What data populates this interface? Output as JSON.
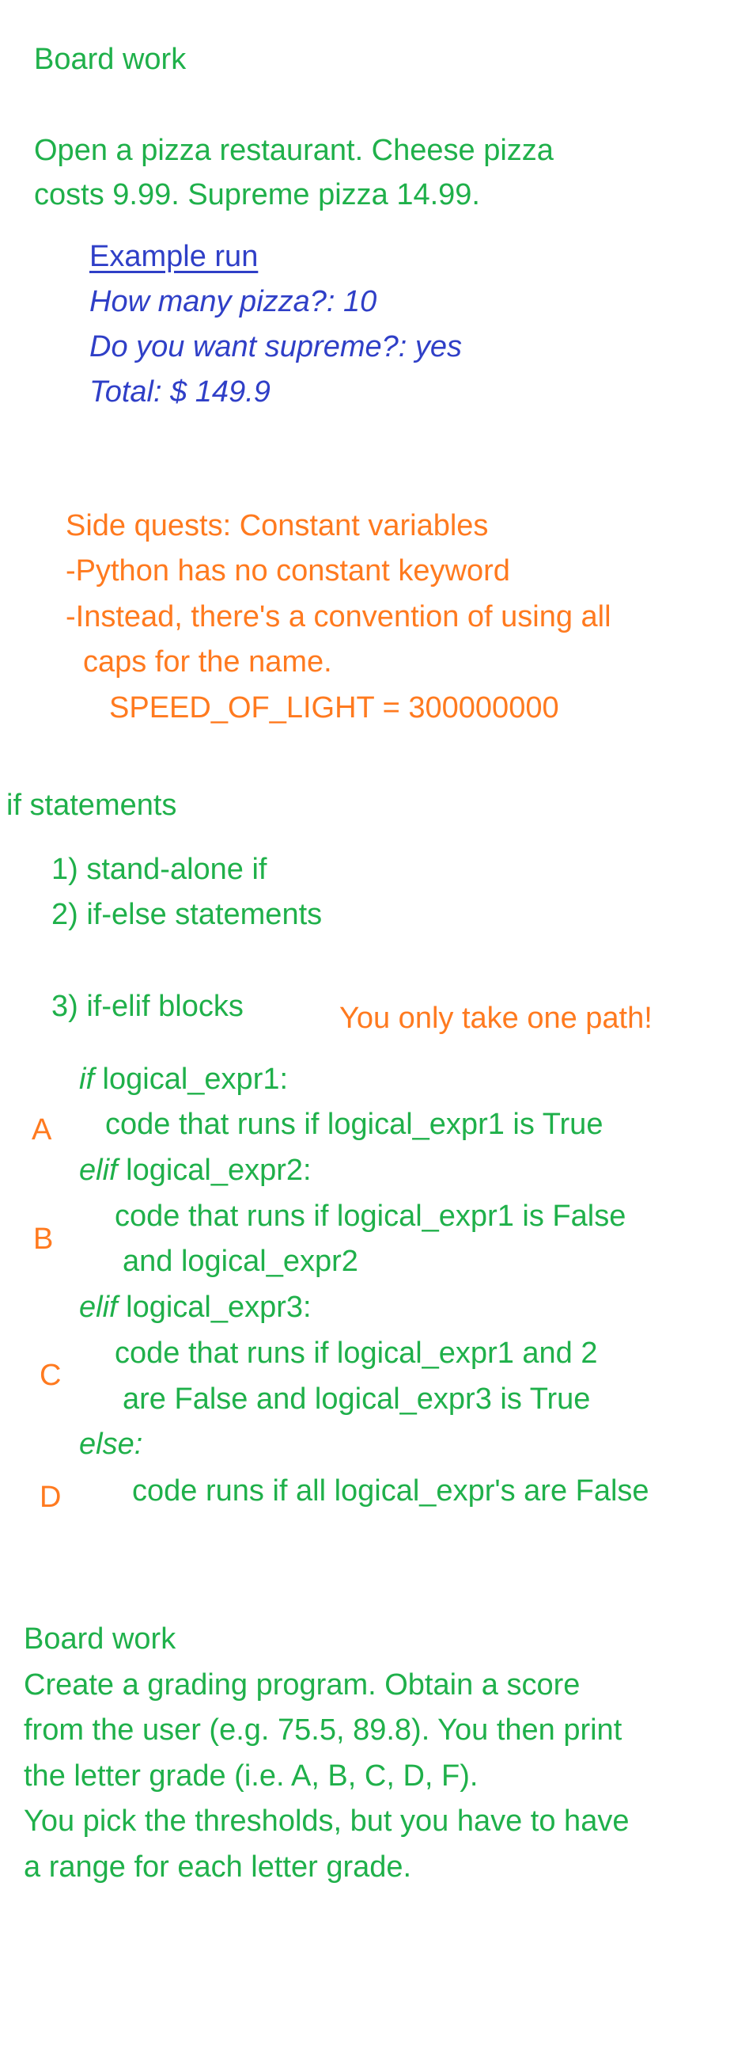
{
  "board1": {
    "heading": "Board work",
    "line1": "Open a pizza restaurant. Cheese pizza",
    "line2": "costs 9.99. Supreme pizza 14.99."
  },
  "example": {
    "title": "Example run",
    "line1": "How many pizza?: 10",
    "line2": "Do you want supreme?: yes",
    "line3": "Total: $ 149.9"
  },
  "side_quest": {
    "title": "Side quests: Constant variables",
    "line1": "-Python has no constant keyword",
    "line2": "-Instead, there's a convention of using all",
    "line3": "caps for the name.",
    "code": "SPEED_OF_LIGHT = 300000000"
  },
  "if_section": {
    "heading": "if statements",
    "item1": "1) stand-alone if",
    "item2": "2) if-else statements",
    "item3": "3) if-elif blocks",
    "note": "You only take one path!"
  },
  "code_block": {
    "kw_if": "if",
    "cond1": " logical_expr1:",
    "body_a": "code that runs if logical_expr1 is True",
    "kw_elif1": "elif",
    "cond2": " logical_expr2:",
    "body_b1": "code that runs if logical_expr1 is False",
    "body_b2": "and logical_expr2",
    "kw_elif2": "elif",
    "cond3": " logical_expr3:",
    "body_c1": "code that runs if logical_expr1 and 2",
    "body_c2": "are False and logical_expr3 is True",
    "kw_else": "else:",
    "body_d": "code runs if all logical_expr's are False"
  },
  "markers": {
    "a": "A",
    "b": "B",
    "c": "C",
    "d": "D"
  },
  "board2": {
    "heading": "Board work",
    "line1": "Create a grading program. Obtain a score",
    "line2": "from the user (e.g. 75.5, 89.8). You then print",
    "line3": "the letter grade (i.e. A, B, C, D, F).",
    "line4": "You pick the thresholds, but you have to have",
    "line5": "a range for each letter grade."
  },
  "colors": {
    "green": "#1fb04a",
    "orange": "#ff7a1f",
    "blue": "#2f3fc7"
  }
}
